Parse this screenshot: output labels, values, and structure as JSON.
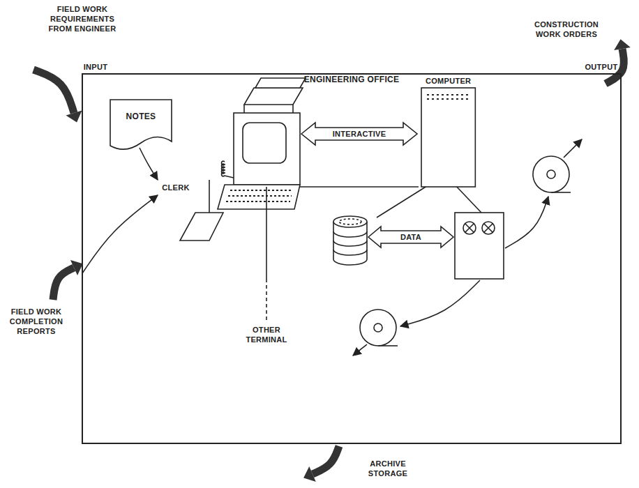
{
  "diagram": {
    "nodes": [
      {
        "text": [
          "ENGINEERING OFFICE"
        ]
      },
      {
        "text": [
          "NOTES"
        ],
        "in": 0
      },
      {
        "text": [
          "COMPUTER"
        ],
        "in": 0
      }
    ],
    "labels": [
      "FIELD WORK REQUIREMENTS FROM ENGINEER",
      "INPUT",
      "CONSTRUCTION WORK ORDERS",
      "OUTPUT",
      "CLERK",
      "INTERACTIVE",
      "DATA",
      "OTHER TERMINAL",
      "FIELD WORK COMPLETION REPORTS",
      "ARCHIVE STORAGE"
    ]
  }
}
